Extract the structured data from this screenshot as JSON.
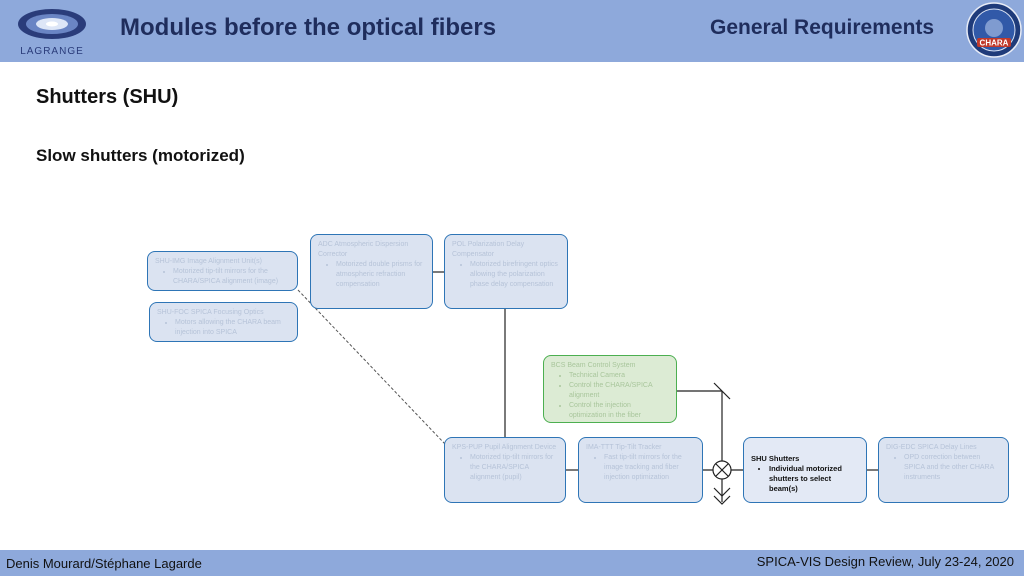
{
  "header": {
    "logo_text": "LAGRANGE",
    "title": "Modules before the optical fibers",
    "section": "General Requirements",
    "seal_text": "CHARA"
  },
  "content": {
    "heading": "Shutters (SHU)",
    "subheading": "Slow shutters (motorized)"
  },
  "modules": {
    "ima": {
      "title": "SHU-IMG Image Alignment Unit(s)",
      "bullets": [
        "Motorized tip-tilt mirrors for the CHARA/SPICA alignment (image)"
      ]
    },
    "adc": {
      "title": "ADC Atmospheric Dispersion Corrector",
      "bullets": [
        "Motorized double prisms for atmospheric refraction compensation"
      ]
    },
    "pol": {
      "title": "POL Polarization Delay Compensator",
      "bullets": [
        "Motorized birefringent optics allowing the polarization phase delay compensation"
      ]
    },
    "foc": {
      "title": "SHU-FOC SPICA Focusing Optics",
      "bullets": [
        "Motors allowing the CHARA beam injection into SPICA"
      ]
    },
    "bcs": {
      "title": "BCS Beam Control System",
      "bullets": [
        "Technical Camera",
        "Control the CHARA/SPICA alignment",
        "Control the injection optimization in the fiber"
      ]
    },
    "kps": {
      "title": "KPS-PUP Pupil Alignment Device",
      "bullets": [
        "Motorized tip-tilt mirrors for the CHARA/SPICA alignment (pupil)"
      ]
    },
    "ttu": {
      "title": "IMA-TTT Tip-Tilt Tracker",
      "bullets": [
        "Fast tip-tilt mirrors for the image tracking and fiber injection optimization"
      ]
    },
    "shu": {
      "title": "SHU Shutters",
      "bullets": [
        "Individual motorized shutters to select beam(s)"
      ]
    },
    "dlu": {
      "title": "DIG-EDC SPICA Delay Lines",
      "bullets": [
        "OPD correction between SPICA and the other CHARA instruments"
      ]
    }
  },
  "colors": {
    "header_bg": "#8ea9db",
    "box_border": "#2e75b6",
    "box_fill": "#dbe3f1",
    "green_border": "#4caf50"
  },
  "footer": {
    "left": "Denis Mourard/Stéphane Lagarde",
    "right": "SPICA-VIS Design Review, July 23-24, 2020"
  }
}
